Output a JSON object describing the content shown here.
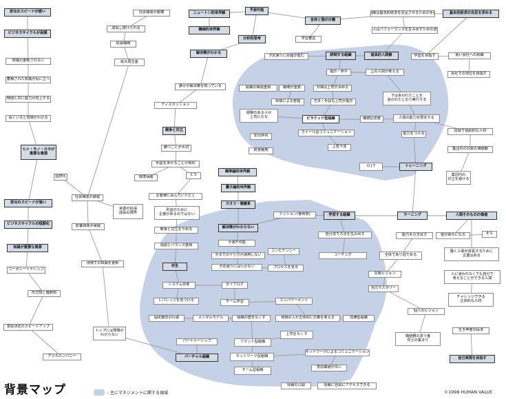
{
  "title": "背景マップ",
  "legend": ": 主にマネジメントに関する領域",
  "copyright": "©1998 HUMAN VALUE",
  "colors": {
    "region": "#c5d1e6",
    "line": "#9a9a9a",
    "box": "#d3dbe6"
  },
  "nodes": [
    {
      "id": "n1",
      "t": "変化のスピードが遅い",
      "b": 1,
      "g": 1
    },
    {
      "id": "n2",
      "t": "ビジネスサイクルが長期",
      "b": 1,
      "g": 1
    },
    {
      "id": "n3",
      "t": "知識が更新されない"
    },
    {
      "id": "n4",
      "t": "蓄積された知識が役に立つ"
    },
    {
      "id": "n5",
      "t": "時間と共に能力が向上する"
    },
    {
      "id": "n6",
      "t": "長くいると現場がわかる"
    },
    {
      "id": "n7",
      "t": "ヒト・モノ・カネが\n重要な資源",
      "b": 1,
      "g": 1
    },
    {
      "id": "n8",
      "t": "国際化"
    },
    {
      "id": "n9",
      "t": "変化のスピードが速い",
      "b": 1,
      "g": 1
    },
    {
      "id": "n10",
      "t": "ビジネスサイクルの短期化",
      "b": 1,
      "g": 1
    },
    {
      "id": "n11",
      "t": "知識が重要な資源",
      "b": 1,
      "g": 1
    },
    {
      "id": "n12",
      "t": "コーポレートナレッジ"
    },
    {
      "id": "n13",
      "t": "形式知と暗黙知"
    },
    {
      "id": "n14",
      "t": "意思決定のスピードアップ"
    },
    {
      "id": "n15",
      "t": "アジルカンパニー"
    },
    {
      "id": "n16",
      "t": "社会構造が崩壊"
    },
    {
      "id": "n17",
      "t": "成長し続けられる"
    },
    {
      "id": "n18",
      "t": "拡張路線"
    },
    {
      "id": "n19",
      "t": "拡大再生産"
    },
    {
      "id": "n20",
      "t": "社会構造が破綻"
    },
    {
      "id": "n21",
      "t": "影響関係が破綻"
    },
    {
      "id": "n22",
      "t": "資源の枯渇\n成長の限界"
    },
    {
      "id": "n23",
      "t": "現場での知識を更新"
    },
    {
      "id": "n24",
      "t": "トップには現場が\nわからない"
    },
    {
      "id": "n25",
      "t": "ニュートン的世界観",
      "b": 1,
      "g": 1
    },
    {
      "id": "n26",
      "t": "機械的世界観",
      "b": 1,
      "g": 1
    },
    {
      "id": "n27",
      "t": "予測可能",
      "b": 1,
      "g": 1
    },
    {
      "id": "n28",
      "t": "分析的思考",
      "b": 1,
      "g": 1
    },
    {
      "id": "n29",
      "t": "解決策がわかる",
      "b": 1,
      "g": 1
    },
    {
      "id": "n30",
      "t": "誰かが解決策を知っている"
    },
    {
      "id": "n31",
      "t": "ディスカッション"
    },
    {
      "id": "n32",
      "t": "競争と対立",
      "b": 1,
      "g": 1
    },
    {
      "id": "n33",
      "t": "勝つことが大切"
    },
    {
      "id": "n34",
      "t": "利益をあげることが目的"
    },
    {
      "id": "n35",
      "t": "環境保護"
    },
    {
      "id": "n36",
      "t": "C S"
    },
    {
      "id": "n37",
      "t": "お客様に喜んでいただく"
    },
    {
      "id": "n38",
      "t": "利益のために\n企業があるのではない"
    },
    {
      "id": "n39",
      "t": "競争と対立をやめる"
    },
    {
      "id": "n40",
      "t": "協調とバランス重視"
    },
    {
      "id": "n41",
      "t": "全体と個の分離",
      "b": 1,
      "g": 1
    },
    {
      "id": "n42",
      "t": "学習棄習"
    },
    {
      "id": "n43",
      "t": "予定通りに計画が進む"
    },
    {
      "id": "n44",
      "t": "統制する組織",
      "b": 1,
      "g": 1
    },
    {
      "id": "n45",
      "t": "道具的人間観",
      "b": 1,
      "g": 1
    },
    {
      "id": "n46",
      "t": "組織は基本的欲求を充足させるための手段"
    },
    {
      "id": "n47",
      "t": "個人はパフォーマンスを生み出すための道具"
    },
    {
      "id": "n48",
      "t": "基本的欲求の充足を求める",
      "b": 1,
      "g": 1
    },
    {
      "id": "n49",
      "t": "学歴を目指す"
    },
    {
      "id": "n50",
      "t": "良い会社への就職"
    },
    {
      "id": "n51",
      "t": "会社での地位を目指す"
    },
    {
      "id": "n52",
      "t": "指示・命令"
    },
    {
      "id": "n53",
      "t": "上の人間が考える"
    },
    {
      "id": "n54",
      "t": "組織の構造重視"
    },
    {
      "id": "n55",
      "t": "戦略が重要"
    },
    {
      "id": "n56",
      "t": "日標は上司が決める"
    },
    {
      "id": "n57",
      "t": "目標による管理"
    },
    {
      "id": "n58",
      "t": "方法・手段も上司が指示"
    },
    {
      "id": "n59",
      "t": "下は言われたことを\n言われたとおり実行する"
    },
    {
      "id": "n60",
      "t": "経験のある人が\n上司になる"
    },
    {
      "id": "n61",
      "t": "ピラミッド型組織",
      "b": 1
    },
    {
      "id": "n62",
      "t": "職務記述書"
    },
    {
      "id": "n63",
      "t": "人間の能力を限定する"
    },
    {
      "id": "n64",
      "t": "年功序列"
    },
    {
      "id": "n65",
      "t": "ホイール型コミュニケーション"
    },
    {
      "id": "n66",
      "t": "能力をつける"
    },
    {
      "id": "n67",
      "t": "終身雇用"
    },
    {
      "id": "n68",
      "t": "上意下達"
    },
    {
      "id": "n69",
      "t": "O J T"
    },
    {
      "id": "n70",
      "t": "トレーニング",
      "b": 1,
      "g": 1
    },
    {
      "id": "n71",
      "t": "従順で協調的な人材"
    },
    {
      "id": "n72",
      "t": "集団内の同質の価値観"
    },
    {
      "id": "n73",
      "t": "集団内の\n対立を避ける"
    },
    {
      "id": "n74",
      "t": "確率論的世界観",
      "b": 1,
      "g": 1
    },
    {
      "id": "n75",
      "t": "量子論的世界観",
      "b": 1,
      "g": 1
    },
    {
      "id": "n76",
      "t": "カオス・複雑系",
      "b": 1,
      "g": 1
    },
    {
      "id": "n77",
      "t": "ミッション(使命感)"
    },
    {
      "id": "n78",
      "t": "学習する組織",
      "b": 1,
      "g": 1
    },
    {
      "id": "n79",
      "t": "ラーニング",
      "b": 1,
      "g": 1
    },
    {
      "id": "n80",
      "t": "人間そのものの価値",
      "b": 1,
      "g": 1
    },
    {
      "id": "n81",
      "t": "解決策がわからない",
      "b": 1,
      "g": 1
    },
    {
      "id": "n82",
      "t": "予測不可能"
    },
    {
      "id": "n83",
      "t": "今までのやり方が通用しない"
    },
    {
      "id": "n84",
      "t": "予定通りには行かない"
    },
    {
      "id": "n85",
      "t": "コンピテンシー"
    },
    {
      "id": "n86",
      "t": "プロセスを見る"
    },
    {
      "id": "n87",
      "t": "自分達で方法を生み出す"
    },
    {
      "id": "n88",
      "t": "能力を引き出す"
    },
    {
      "id": "n89",
      "t": "皆が幸せになる"
    },
    {
      "id": "n90",
      "t": "E S"
    },
    {
      "id": "n91",
      "t": "コーチング"
    },
    {
      "id": "n92",
      "t": "全体であり個である"
    },
    {
      "id": "n93",
      "t": "働く人間が成長するために\n企業はある"
    },
    {
      "id": "n94",
      "t": "共生",
      "b": 1,
      "g": 1
    },
    {
      "id": "n95",
      "t": "システム思考"
    },
    {
      "id": "n96",
      "t": "ダイアログ"
    },
    {
      "id": "n97",
      "t": "レバレッジを見つける"
    },
    {
      "id": "n98",
      "t": "チーム学習"
    },
    {
      "id": "n99",
      "t": "エンパワーメント"
    },
    {
      "id": "n100",
      "t": "共有ビジョン"
    },
    {
      "id": "n101",
      "t": "自己マスタリー"
    },
    {
      "id": "n102",
      "t": "人に言われなくても自分で\n考えることができる人間"
    },
    {
      "id": "n103",
      "t": "チャレンジできる\n主体的な人材"
    },
    {
      "id": "n104",
      "t": "固定観念の打破"
    },
    {
      "id": "n105",
      "t": "メンタルモデル"
    },
    {
      "id": "n106",
      "t": "組織の壁をなくす"
    },
    {
      "id": "n107",
      "t": "現場の人が主体的に方策を考える"
    },
    {
      "id": "n108",
      "t": "自律型組織"
    },
    {
      "id": "n109",
      "t": "個人のビジョン"
    },
    {
      "id": "n110",
      "t": "上司をなくす"
    },
    {
      "id": "n111",
      "t": "価値観の違う者\n同士の集まり"
    },
    {
      "id": "n112",
      "t": "生き甲斐の探求"
    },
    {
      "id": "n113",
      "t": "パートナーシップ"
    },
    {
      "id": "n114",
      "t": "フラット型組織"
    },
    {
      "id": "n115",
      "t": "ネットワークによるコミュニケーション"
    },
    {
      "id": "n116",
      "t": "ネットワーク型組織"
    },
    {
      "id": "n117",
      "t": "バーチャル組織",
      "b": 1,
      "g": 1
    },
    {
      "id": "n118",
      "t": "意思疎通が早い"
    },
    {
      "id": "n119",
      "t": "チーム型組織"
    },
    {
      "id": "n120",
      "t": "自己実現を目指す",
      "b": 1,
      "g": 1
    },
    {
      "id": "n121",
      "t": "情報の公開"
    },
    {
      "id": "n122",
      "t": "情報に自由にアクセスできる"
    }
  ]
}
